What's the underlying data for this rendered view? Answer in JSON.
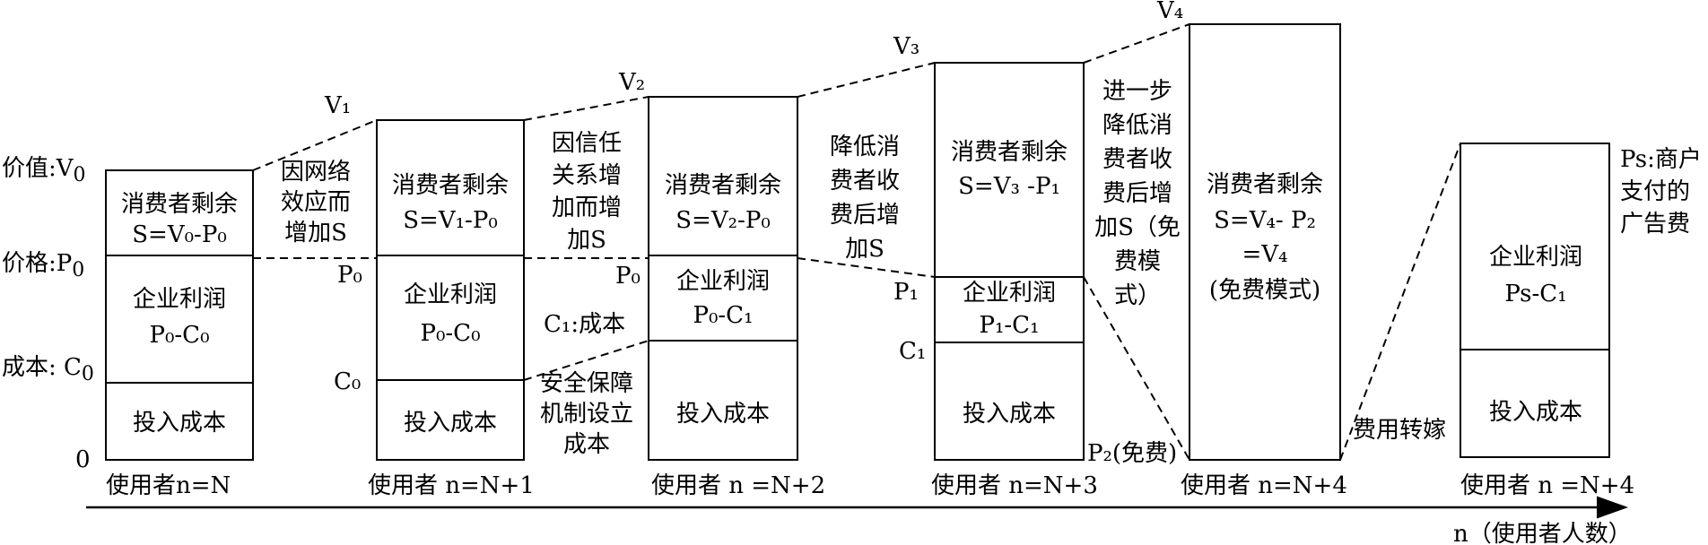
{
  "left_axis": {
    "value": "价值:V",
    "value_sub": "0",
    "price": "价格:P",
    "price_sub": "0",
    "cost": "成本: C",
    "cost_sub": "0",
    "zero": "0"
  },
  "stages": [
    {
      "caption": "使用者n=N",
      "sections": [
        "消费者剩余",
        "S=V₀-P₀",
        "企业利润",
        "P₀-C₀",
        "投入成本"
      ]
    },
    {
      "caption": "使用者 n=N+1",
      "top_label": "V₁",
      "price_label": "P₀",
      "cost_label": "C₀",
      "sections": [
        "消费者剩余",
        "S=V₁-P₀",
        "企业利润",
        "P₀-C₀",
        "投入成本"
      ]
    },
    {
      "caption": "使用者 n =N+2",
      "top_label": "V₂",
      "price_label": "P₀",
      "cost_label": "C₁:成本",
      "sections": [
        "消费者剩余",
        "S=V₂-P₀",
        "企业利润",
        "P₀-C₁",
        "投入成本"
      ]
    },
    {
      "caption": "使用者 n=N+3",
      "top_label": "V₃",
      "price_label": "P₁",
      "cost_label": "C₁",
      "bottom_label": "P₂(免费)",
      "sections": [
        "消费者剩余",
        "S=V₃ -P₁",
        "企业利润",
        "P₁-C₁",
        "投入成本"
      ]
    },
    {
      "caption": "使用者 n=N+4",
      "top_label": "V₄",
      "sections": [
        "消费者剩余",
        "S=V₄- P₂",
        "=V₄",
        "(免费模式)"
      ]
    },
    {
      "caption": "使用者 n =N+4",
      "sections": [
        "企业利润",
        "Ps-C₁",
        "投入成本"
      ]
    }
  ],
  "annotations": {
    "network_effect": [
      "因网络",
      "效应而",
      "增加S"
    ],
    "trust": [
      "因信任",
      "关系增",
      "加而增",
      "加S"
    ],
    "safety": [
      "安全保障",
      "机制设立",
      "成本"
    ],
    "reduce_fee": [
      "降低消",
      "费者收",
      "费后增",
      "加S"
    ],
    "further_reduce": [
      "进一步",
      "降低消",
      "费者收",
      "费后增",
      "加S（免",
      "费模",
      "式）"
    ],
    "transfer": "费用转嫁",
    "ps_note": [
      "Ps:商户",
      "支付的",
      "广告费"
    ]
  },
  "axis": {
    "label": "n（使用者人数）"
  }
}
